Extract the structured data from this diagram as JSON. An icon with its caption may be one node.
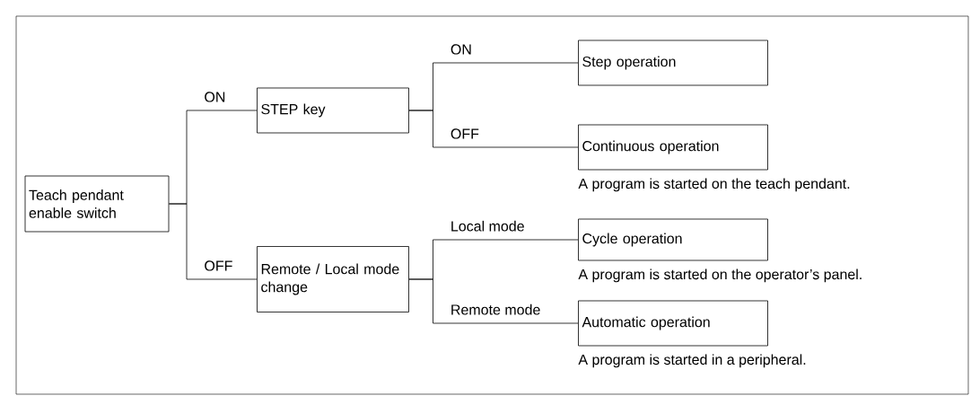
{
  "diagram": {
    "nodes": [
      {
        "text": [
          "Teach pendant enable switch"
        ]
      },
      {
        "text": [
          "STEP key"
        ]
      },
      {
        "text": [
          "Remote / Local mode change"
        ]
      },
      {
        "text": [
          "Step operation"
        ]
      },
      {
        "text": [
          "Continuous operation"
        ],
        "beside": [
          "A program is started on the teach pendant."
        ]
      },
      {
        "text": [
          "Cycle operation"
        ],
        "beside": [
          "A program is started on the operator’s panel."
        ]
      },
      {
        "text": [
          "Automatic operation"
        ],
        "beside": [
          "A program is started in a peripheral."
        ]
      }
    ],
    "edges": [
      {
        "from": 0,
        "to": 1,
        "arrow": "none",
        "label": "ON"
      },
      {
        "from": 0,
        "to": 2,
        "arrow": "none",
        "label": "OFF"
      },
      {
        "from": 1,
        "to": 3,
        "arrow": "none",
        "label": "ON"
      },
      {
        "from": 1,
        "to": 4,
        "arrow": "none",
        "label": "OFF"
      },
      {
        "from": 2,
        "to": 5,
        "arrow": "none",
        "label": "Local mode"
      },
      {
        "from": 2,
        "to": 6,
        "arrow": "none",
        "label": "Remote mode"
      }
    ]
  }
}
